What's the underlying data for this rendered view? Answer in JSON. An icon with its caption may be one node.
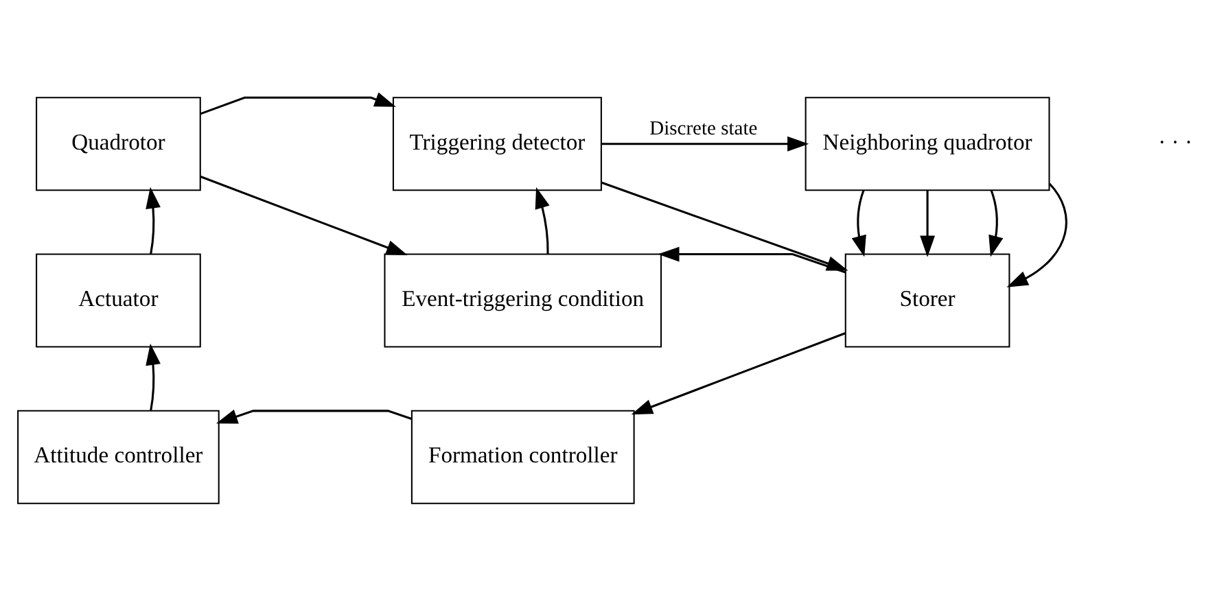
{
  "diagram": {
    "nodes": [
      {
        "text": [
          "Quadrotor"
        ]
      },
      {
        "text": [
          "Triggering detector"
        ]
      },
      {
        "text": [
          "Neighboring quadrotor"
        ]
      },
      {
        "text": [
          "Actuator"
        ]
      },
      {
        "text": [
          "Event-triggering condition"
        ]
      },
      {
        "text": [
          "Storer"
        ]
      },
      {
        "text": [
          "Attitude controller"
        ]
      },
      {
        "text": [
          "Formation controller"
        ]
      }
    ],
    "edges": [
      {
        "from": 0,
        "to": 1,
        "arrow": "to"
      },
      {
        "from": 0,
        "to": 4,
        "arrow": "to"
      },
      {
        "from": 1,
        "to": 2,
        "arrow": "to",
        "label": "Discrete state"
      },
      {
        "from": 1,
        "to": 5,
        "arrow": "to"
      },
      {
        "from": 2,
        "to": 5,
        "arrow": "to"
      },
      {
        "from": 2,
        "to": 5,
        "arrow": "to"
      },
      {
        "from": 2,
        "to": 5,
        "arrow": "to"
      },
      {
        "from": 2,
        "to": 5,
        "arrow": "to"
      },
      {
        "from": 4,
        "to": 1,
        "arrow": "to"
      },
      {
        "from": 5,
        "to": 4,
        "arrow": "to"
      },
      {
        "from": 5,
        "to": 7,
        "arrow": "to"
      },
      {
        "from": 7,
        "to": 6,
        "arrow": "to"
      },
      {
        "from": 6,
        "to": 3,
        "arrow": "to"
      },
      {
        "from": 3,
        "to": 0,
        "arrow": "to"
      }
    ],
    "labels": [
      "· · ·"
    ]
  }
}
